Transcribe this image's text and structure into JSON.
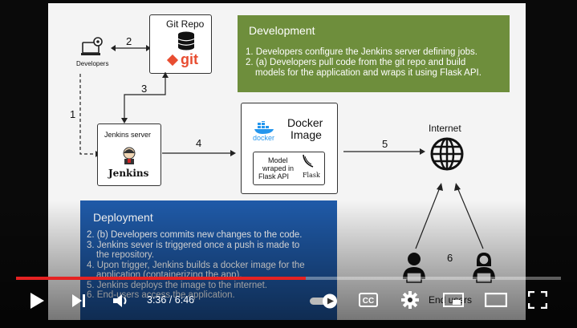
{
  "slide": {
    "developers_label": "Developers",
    "git_repo_title": "Git Repo",
    "git_logo_text": "git",
    "jenkins_server_label": "Jenkins server",
    "jenkins_logo_text": "Jenkins",
    "docker_title_line1": "Docker",
    "docker_title_line2": "Image",
    "docker_logo_text": "docker",
    "model_box_line1": "Model",
    "model_box_line2": "wraped in",
    "model_box_line3": "Flask API",
    "flask_logo_text": "Flask",
    "internet_label": "Internet",
    "end_users_label": "End users",
    "arrow_labels": {
      "a1": "1",
      "a2": "2",
      "a3": "3",
      "a4": "4",
      "a5": "5",
      "a6": "6"
    },
    "development": {
      "title": "Development",
      "items": [
        "1. Developers configure the Jenkins server defining jobs.",
        "2. (a) Developers pull code from the git repo and build",
        "models for the application and wraps it using Flask API."
      ]
    },
    "deployment": {
      "title": "Deployment",
      "items": [
        "2. (b) Developers commits new changes to the code.",
        "3. Jenkins sever is triggered once a push is made to",
        "the repository.",
        "4. Upon trigger, Jenkins builds a docker image for the",
        "application (containerizing the app).",
        "5. Jenkins deploys the image to the internet.",
        "6. End-users access the application."
      ]
    }
  },
  "player": {
    "current_time": "3:36",
    "separator": "/",
    "duration": "6:46",
    "progress_fraction": 0.532,
    "cc_label": "CC",
    "icons": [
      "play-icon",
      "next-icon",
      "volume-icon",
      "autoplay-toggle",
      "cc-icon",
      "settings-icon",
      "miniplayer-icon",
      "theater-icon",
      "fullscreen-icon"
    ],
    "colors": {
      "played": "#e52222",
      "development_panel": "#6e8e3c",
      "deployment_panel": "#1f5aa8"
    }
  }
}
